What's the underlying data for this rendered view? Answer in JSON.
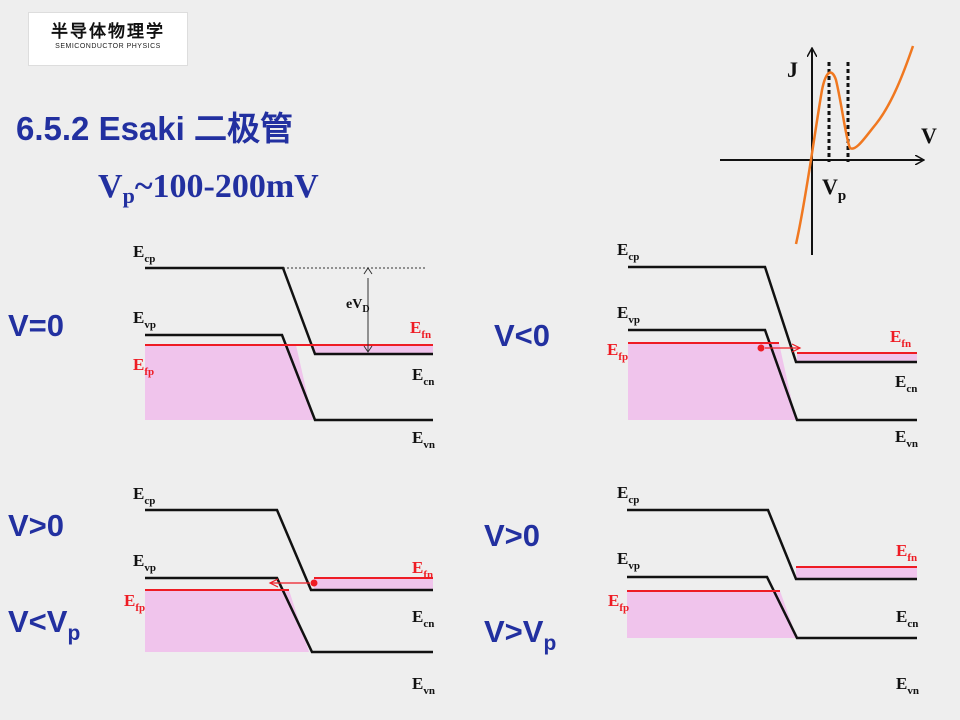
{
  "header": {
    "logo_cn": "半导体物理学",
    "logo_en": "SEMICONDUCTOR PHYSICS",
    "title": "6.5.2  Esaki 二极管",
    "vp_main": "V",
    "vp_sub": "p",
    "vp_rest": "~100-200mV"
  },
  "iv_curve": {
    "j_axis": "J",
    "v_axis": "V",
    "vp_main": "V",
    "vp_sub": "p"
  },
  "panels": [
    {
      "cond_line1": "V=0",
      "cond_line2_main": "",
      "cond_line2_sub": "",
      "show_evd": true,
      "evd_label": "eV",
      "evd_sub": "D"
    },
    {
      "cond_line1": "V<0",
      "cond_line2_main": "",
      "cond_line2_sub": ""
    },
    {
      "cond_line1": "V>0",
      "cond_line2_main": "V<V",
      "cond_line2_sub": "p"
    },
    {
      "cond_line1": "V>0",
      "cond_line2_main": "V>V",
      "cond_line2_sub": "p"
    }
  ],
  "band_labels": {
    "E": "E",
    "cp": "cp",
    "vp": "vp",
    "fp": "fp",
    "fn": "fn",
    "cn": "cn",
    "vn": "vn"
  },
  "colors": {
    "title_blue": "#2230a0",
    "fermi_red": "#ee1c24",
    "fill_pink": "#f0c4ec",
    "band_black": "#111111",
    "curve_orange": "#f07820"
  }
}
